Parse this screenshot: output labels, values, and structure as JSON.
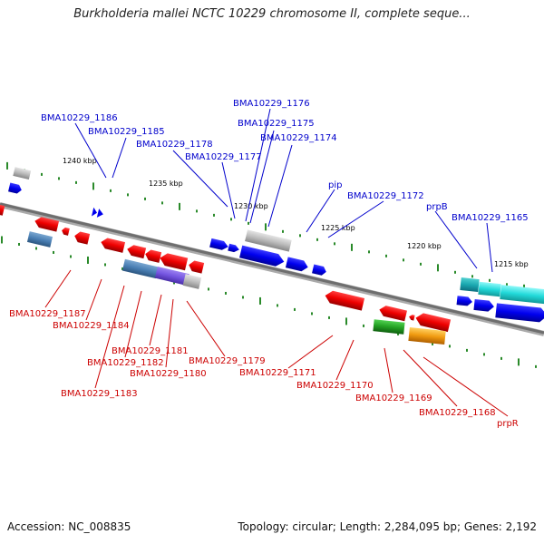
{
  "title": "Burkholderia mallei NCTC 10229 chromosome II, complete seque...",
  "footer": {
    "accession": "Accession: NC_008835",
    "topology": "Topology: circular; Length: 2,284,095 bp; Genes: 2,192"
  },
  "colors": {
    "forward_label": "#0000cc",
    "reverse_label": "#cc0000",
    "backbone": "#777777",
    "tick": "#2a8a2a"
  },
  "kbp_marks": [
    "1240 kbp",
    "1235 kbp",
    "1230 kbp",
    "1225 kbp",
    "1220 kbp",
    "1215 kbp"
  ],
  "forward_labels": [
    "BMA10229_1186",
    "BMA10229_1185",
    "BMA10229_1178",
    "BMA10229_1177",
    "BMA10229_1176",
    "BMA10229_1175",
    "BMA10229_1174",
    "pip",
    "BMA10229_1172",
    "prpB",
    "BMA10229_1165"
  ],
  "reverse_labels": [
    "BMA10229_1187",
    "BMA10229_1184",
    "BMA10229_1181",
    "BMA10229_1182",
    "BMA10229_1180",
    "BMA10229_1183",
    "BMA10229_1179",
    "BMA10229_1171",
    "BMA10229_1170",
    "BMA10229_1169",
    "BMA10229_1168",
    "prpR"
  ]
}
